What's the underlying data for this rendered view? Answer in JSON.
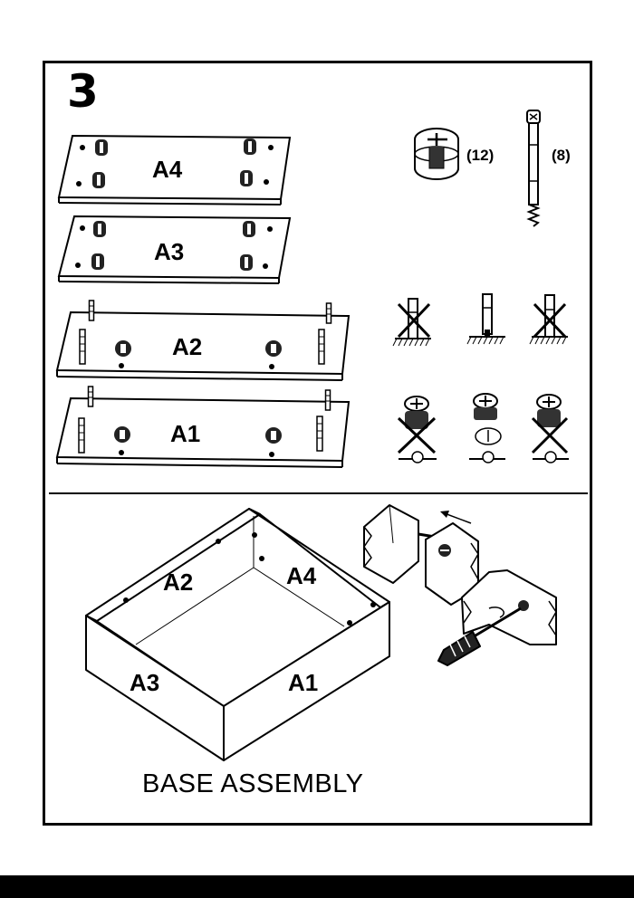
{
  "step": {
    "number": "3"
  },
  "panels": [
    {
      "label": "A4"
    },
    {
      "label": "A3"
    },
    {
      "label": "A2"
    },
    {
      "label": "A1"
    }
  ],
  "hardware": {
    "cam_lock_qty": "(12)",
    "dowel_qty": "(8)"
  },
  "assembly": {
    "labels": {
      "a1": "A1",
      "a2": "A2",
      "a3": "A3",
      "a4": "A4"
    },
    "caption": "BASE ASSEMBLY"
  }
}
